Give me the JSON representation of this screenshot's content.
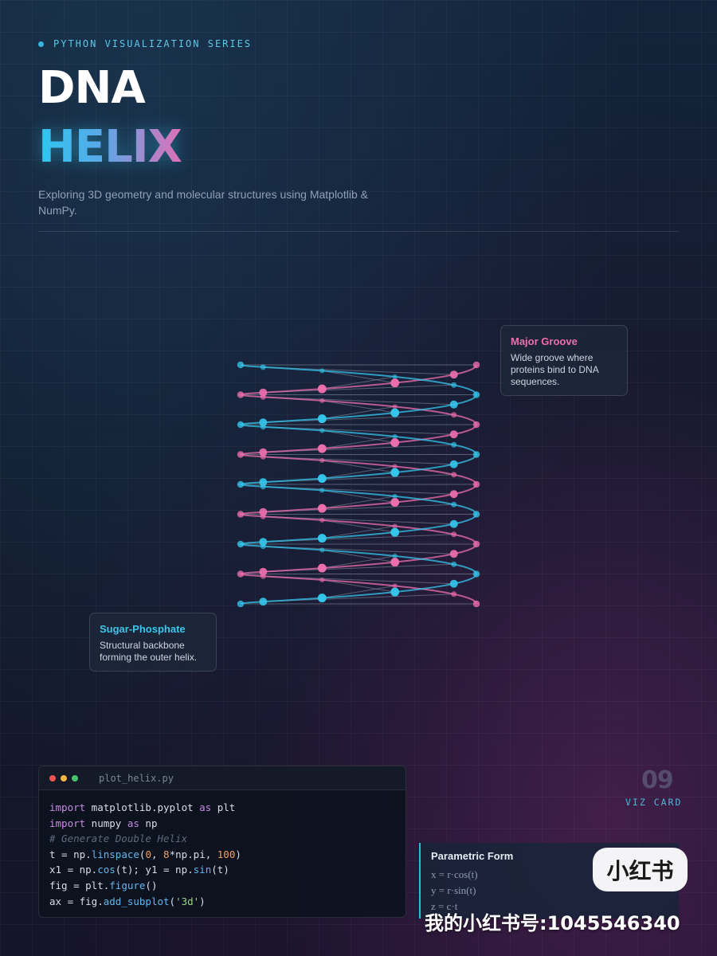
{
  "header": {
    "series_label": "PYTHON VISUALIZATION SERIES",
    "title_line1": "DNA",
    "title_line2": "HELIX",
    "subtitle": "Exploring 3D geometry and molecular structures using Matplotlib & NumPy."
  },
  "diagram": {
    "strand_colors": {
      "strand_a": "#ee6fae",
      "strand_b": "#36c6ec",
      "rungs": "#8a94a6"
    }
  },
  "callouts": {
    "major_groove": {
      "title": "Major Groove",
      "desc": "Wide groove where proteins bind to DNA sequences."
    },
    "sugar_phosphate": {
      "title": "Sugar-Phosphate",
      "desc": "Structural backbone forming the outer helix."
    }
  },
  "code_window": {
    "filename": "plot_helix.py",
    "dots": [
      "#ef5350",
      "#f4b63f",
      "#46c469"
    ],
    "lines": [
      "import matplotlib.pyplot as plt",
      "import numpy as np",
      "# Generate Double Helix",
      "t = np.linspace(0, 8*np.pi, 100)",
      "x1 = np.cos(t); y1 = np.sin(t)",
      "fig = plt.figure()",
      "ax = fig.add_subplot('3d')"
    ]
  },
  "viz_card": {
    "number": "09",
    "label": "VIZ CARD"
  },
  "parametric": {
    "title": "Parametric Form",
    "equations": [
      "x = r·cos(t)",
      "y = r·sin(t)",
      "z = c·t"
    ]
  },
  "watermark": {
    "logo_text": "小红书",
    "account_text": "我的小红书号:1045546340"
  }
}
